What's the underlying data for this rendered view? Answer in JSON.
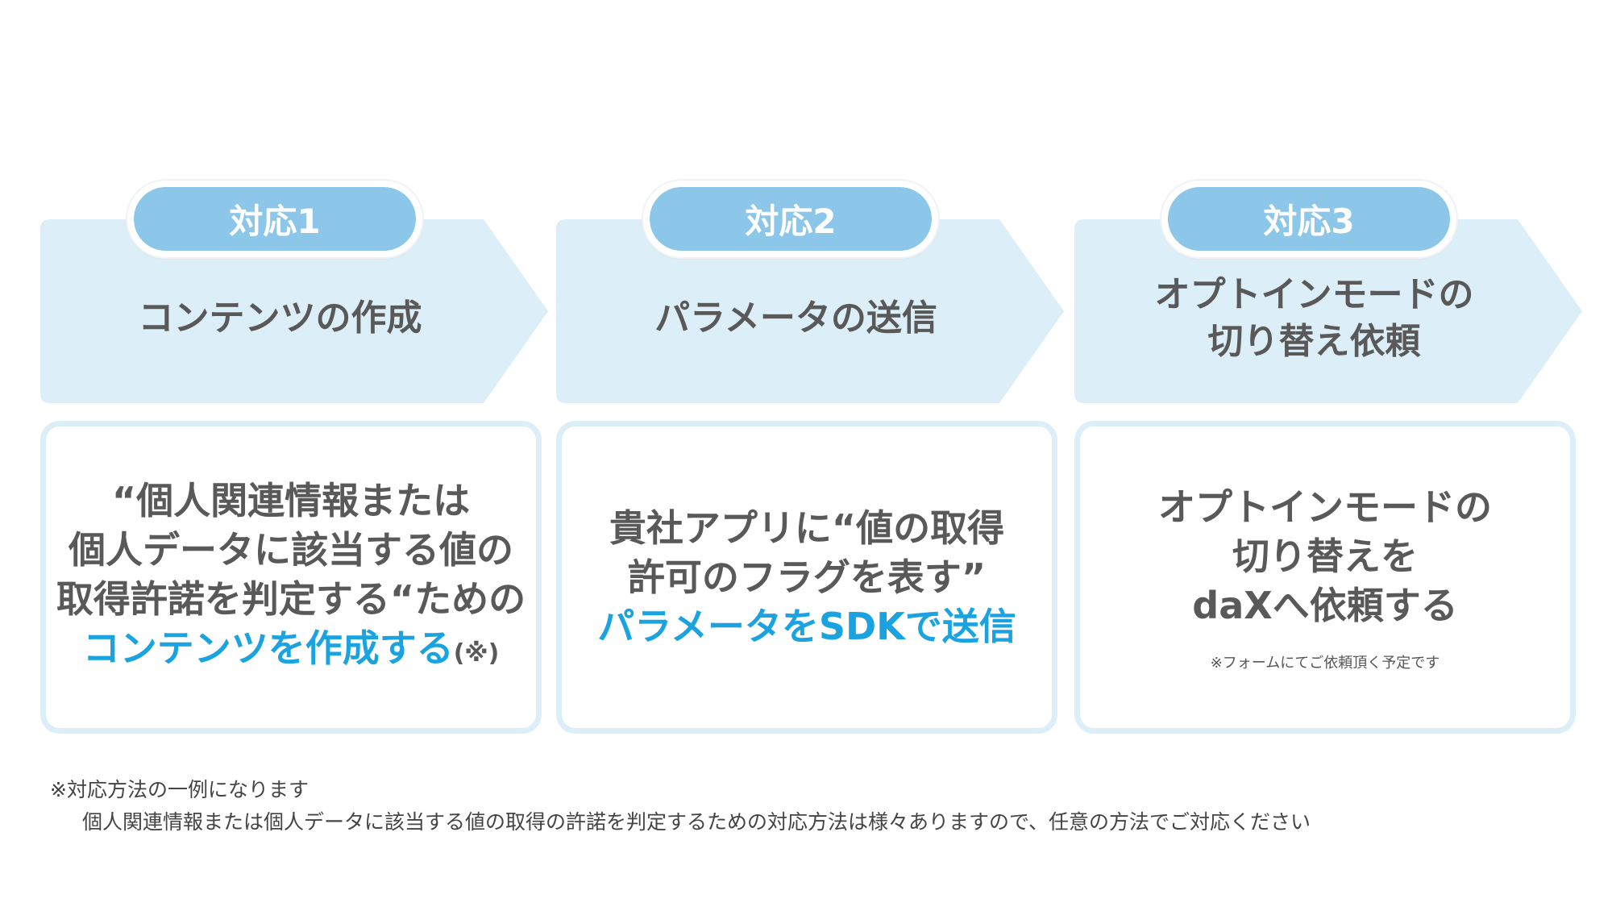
{
  "colors": {
    "banner_bg": "#dceef8",
    "pill_fill": "#8cc6e8",
    "card_border": "#dceef8",
    "highlight": "#1aa3e0",
    "text": "#595959"
  },
  "steps": [
    {
      "badge": "対応1",
      "title_lines": [
        "コンテンツの作成"
      ],
      "body": {
        "line1": "“個人関連情報または",
        "line2": "個人データに該当する値の",
        "line3": "取得許諾を判定する“ための",
        "highlight": "コンテンツを作成する",
        "suffix": "(※)"
      }
    },
    {
      "badge": "対応2",
      "title_lines": [
        "パラメータの送信"
      ],
      "body": {
        "line1": "貴社アプリに“値の取得",
        "line2": "許可のフラグを表す”",
        "highlight": "パラメータをSDKで送信"
      }
    },
    {
      "badge": "対応3",
      "title_lines": [
        "オプトインモードの",
        "切り替え依頼"
      ],
      "body": {
        "line1": "オプトインモードの",
        "line2": "切り替えを",
        "line3": "daXへ依頼する",
        "note": "※フォームにてご依頼頂く予定です"
      }
    }
  ],
  "footnote": {
    "line1": "※対応方法の一例になります",
    "line2": "個人関連情報または個人データに該当する値の取得の許諾を判定するための対応方法は様々ありますので、任意の方法でご対応ください"
  }
}
